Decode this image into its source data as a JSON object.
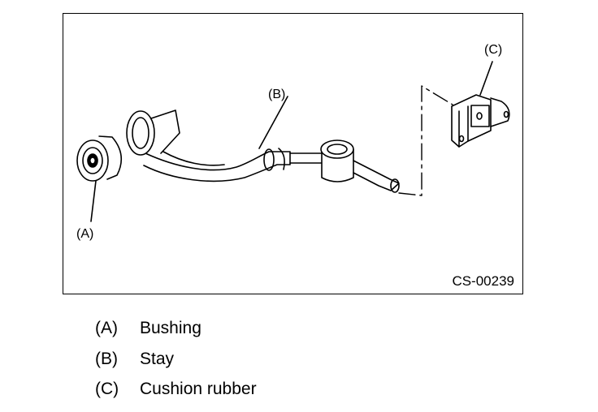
{
  "figure": {
    "code": "CS-00239",
    "callouts": {
      "a": "(A)",
      "b": "(B)",
      "c": "(C)"
    }
  },
  "legend": [
    {
      "key": "(A)",
      "label": "Bushing"
    },
    {
      "key": "(B)",
      "label": "Stay"
    },
    {
      "key": "(C)",
      "label": "Cushion rubber"
    }
  ]
}
